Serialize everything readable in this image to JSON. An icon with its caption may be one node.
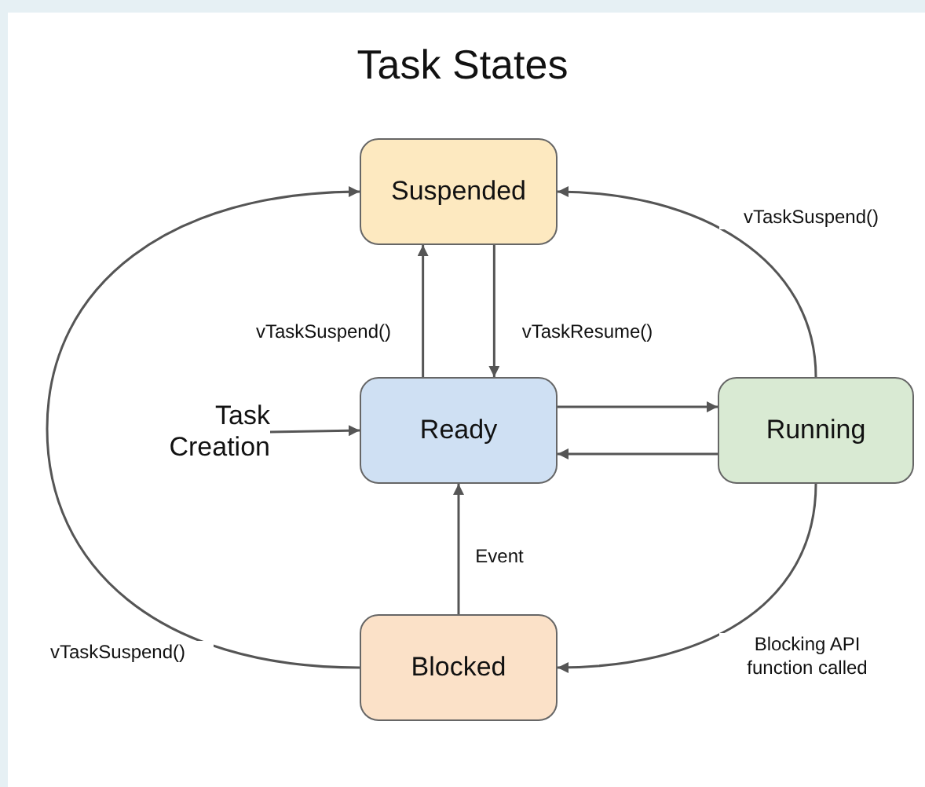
{
  "diagram": {
    "title": "Task States",
    "nodes": [
      {
        "text": [
          "Suspended"
        ]
      },
      {
        "text": [
          "Task Creation"
        ]
      },
      {
        "text": [
          "Ready"
        ]
      },
      {
        "text": [
          "Running"
        ]
      },
      {
        "text": [
          "Blocked"
        ]
      }
    ],
    "edges": [
      {
        "from": 2,
        "to": 0,
        "arrow": "to",
        "label": "vTaskSuspend()"
      },
      {
        "from": 0,
        "to": 2,
        "arrow": "to",
        "label": "vTaskResume()"
      },
      {
        "from": 1,
        "to": 2,
        "arrow": "to"
      },
      {
        "from": 2,
        "to": 3,
        "arrow": "to"
      },
      {
        "from": 3,
        "to": 2,
        "arrow": "to"
      },
      {
        "from": 4,
        "to": 2,
        "arrow": "to",
        "label": "Event"
      },
      {
        "from": 3,
        "to": 0,
        "arrow": "to",
        "label": "vTaskSuspend()"
      },
      {
        "from": 3,
        "to": 4,
        "arrow": "to",
        "label": "Blocking API function called"
      },
      {
        "from": 4,
        "to": 0,
        "arrow": "to",
        "label": "vTaskSuspend()"
      }
    ]
  }
}
